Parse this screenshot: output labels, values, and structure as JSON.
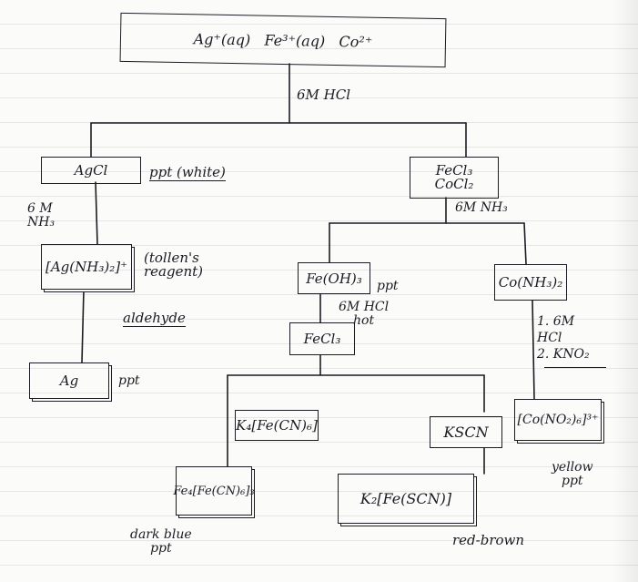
{
  "diagram": {
    "root": "Ag⁺(aq)   Fe³⁺(aq)   Co²⁺",
    "step1_reagent": "6M HCl",
    "left": {
      "precipitate": "AgCl",
      "ppt_note": "ppt (white)",
      "reagent": "6 M\nNH₃",
      "complex": "[Ag(NH₃)₂]⁺",
      "complex_note": "(tollen's\nreagent)",
      "test": "aldehyde",
      "product": "Ag",
      "product_note": "ppt"
    },
    "right": {
      "solution": "FeCl₃\nCoCl₂",
      "reagent": "6M NH₃",
      "fe_branch": {
        "precipitate": "Fe(OH)₃",
        "ppt_note": "ppt",
        "reagent": "6M HCl\nhot",
        "solution": "FeCl₃",
        "reagent_a": "K₄[Fe(CN)₆]",
        "product_a": "Fe₄[Fe(CN)₆]₃",
        "product_a_note": "dark blue\nppt",
        "reagent_b": "KSCN",
        "product_b": "K₂[Fe(SCN)]",
        "product_b_note": "red-brown"
      },
      "co_branch": {
        "precipitate": "Co(NH₃)₂",
        "reagent": "1. 6M\nHCl\n2. KNO₂",
        "product": "[Co(NO₂)₆]³⁺",
        "product_note": "yellow\nppt"
      }
    }
  }
}
